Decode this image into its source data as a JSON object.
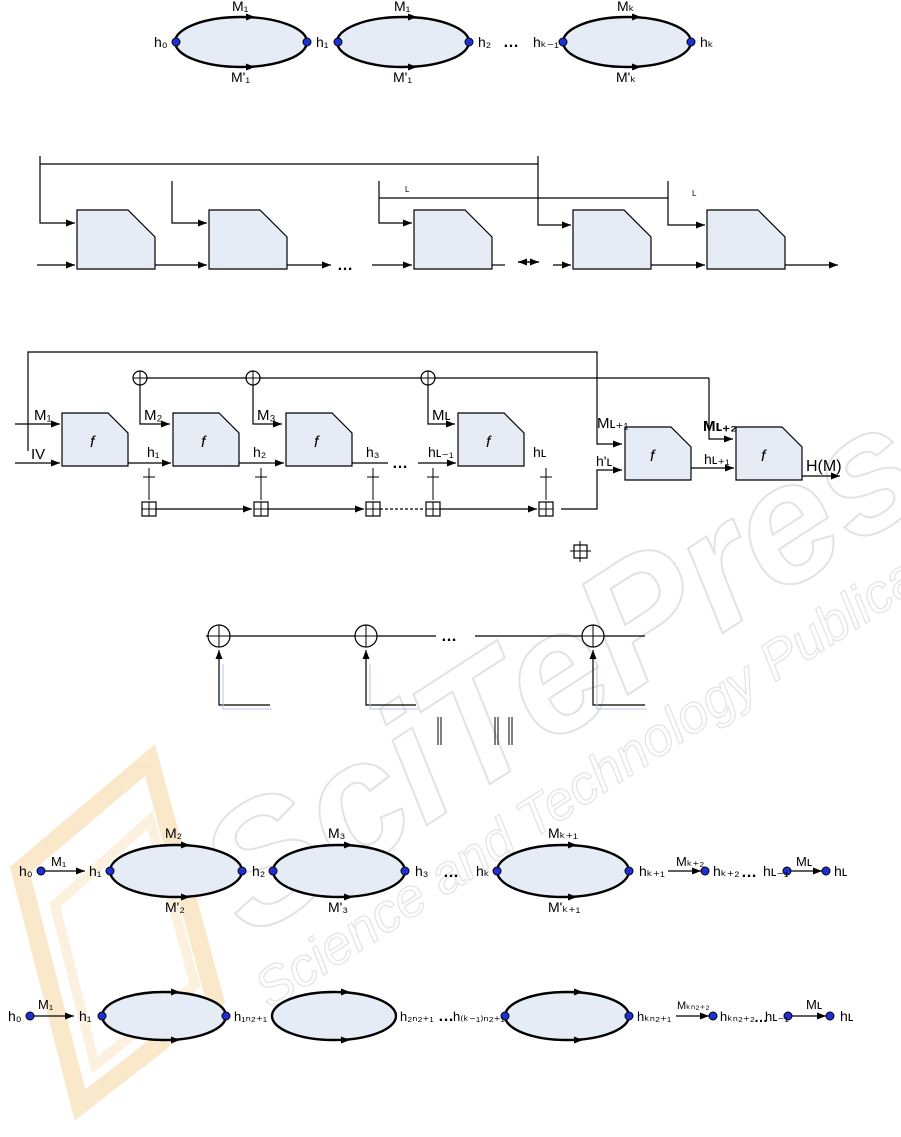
{
  "colors": {
    "node": "#1f2fd8",
    "block_fill": "#e6ecf6",
    "watermark": "#bfbfbf"
  },
  "watermark": {
    "brand": "SciTePress",
    "tagline": "Science and Technology Publications"
  },
  "fig1": {
    "chain": [
      "h₀",
      "h₁",
      "h₁",
      "h₂",
      "hₖ₋₁",
      "hₖ"
    ],
    "top": [
      "M₁",
      "M₁",
      "Mₖ"
    ],
    "bottom": [
      "M'₁",
      "M'₁",
      "M'ₖ"
    ],
    "ellipsis": "…"
  },
  "fig2": {
    "loop_labels": [
      "L",
      "L"
    ],
    "ellipsis": "…"
  },
  "fig3": {
    "inputs": [
      "M₁",
      "M₂",
      "M₃",
      "Mʟ",
      "Mʟ₊₁",
      "Mʟ₊₂"
    ],
    "iv": "IV",
    "f": "f",
    "chain": [
      "h₁",
      "h₂",
      "h₃",
      "hʟ₋₁",
      "hʟ",
      "h'ʟ",
      "hʟ₊₁"
    ],
    "output": "H(M)",
    "ellipsis": "…"
  },
  "fig4": {
    "ellipsis": "…",
    "concat": "‖     ‖ ‖"
  },
  "fig5": {
    "nodes": [
      "h₀",
      "h₁",
      "h₂",
      "h₃",
      "hₖ",
      "hₖ₊₁",
      "hₖ₊₂",
      "hʟ₋₁",
      "hʟ"
    ],
    "top": [
      "M₂",
      "M₃",
      "Mₖ₊₁"
    ],
    "bottom": [
      "M'₂",
      "M'₃",
      "M'ₖ₊₁"
    ],
    "arrows": [
      "M₁",
      "Mₖ₊₂",
      "Mʟ"
    ],
    "ellipsis": "…"
  },
  "fig6": {
    "nodes": [
      "h₀",
      "h₁",
      "h₁ₙ₂₊₁",
      "h₂ₙ₂₊₁",
      "h₍ₖ₋₁₎ₙ₂₊₁",
      "hₖₙ₂₊₁",
      "hₖₙ₂₊₂",
      "hʟ₋₁",
      "hʟ"
    ],
    "arrows": [
      "M₁",
      "Mₖₙ₂₊₂",
      "Mʟ"
    ],
    "ellipsis": "…"
  }
}
